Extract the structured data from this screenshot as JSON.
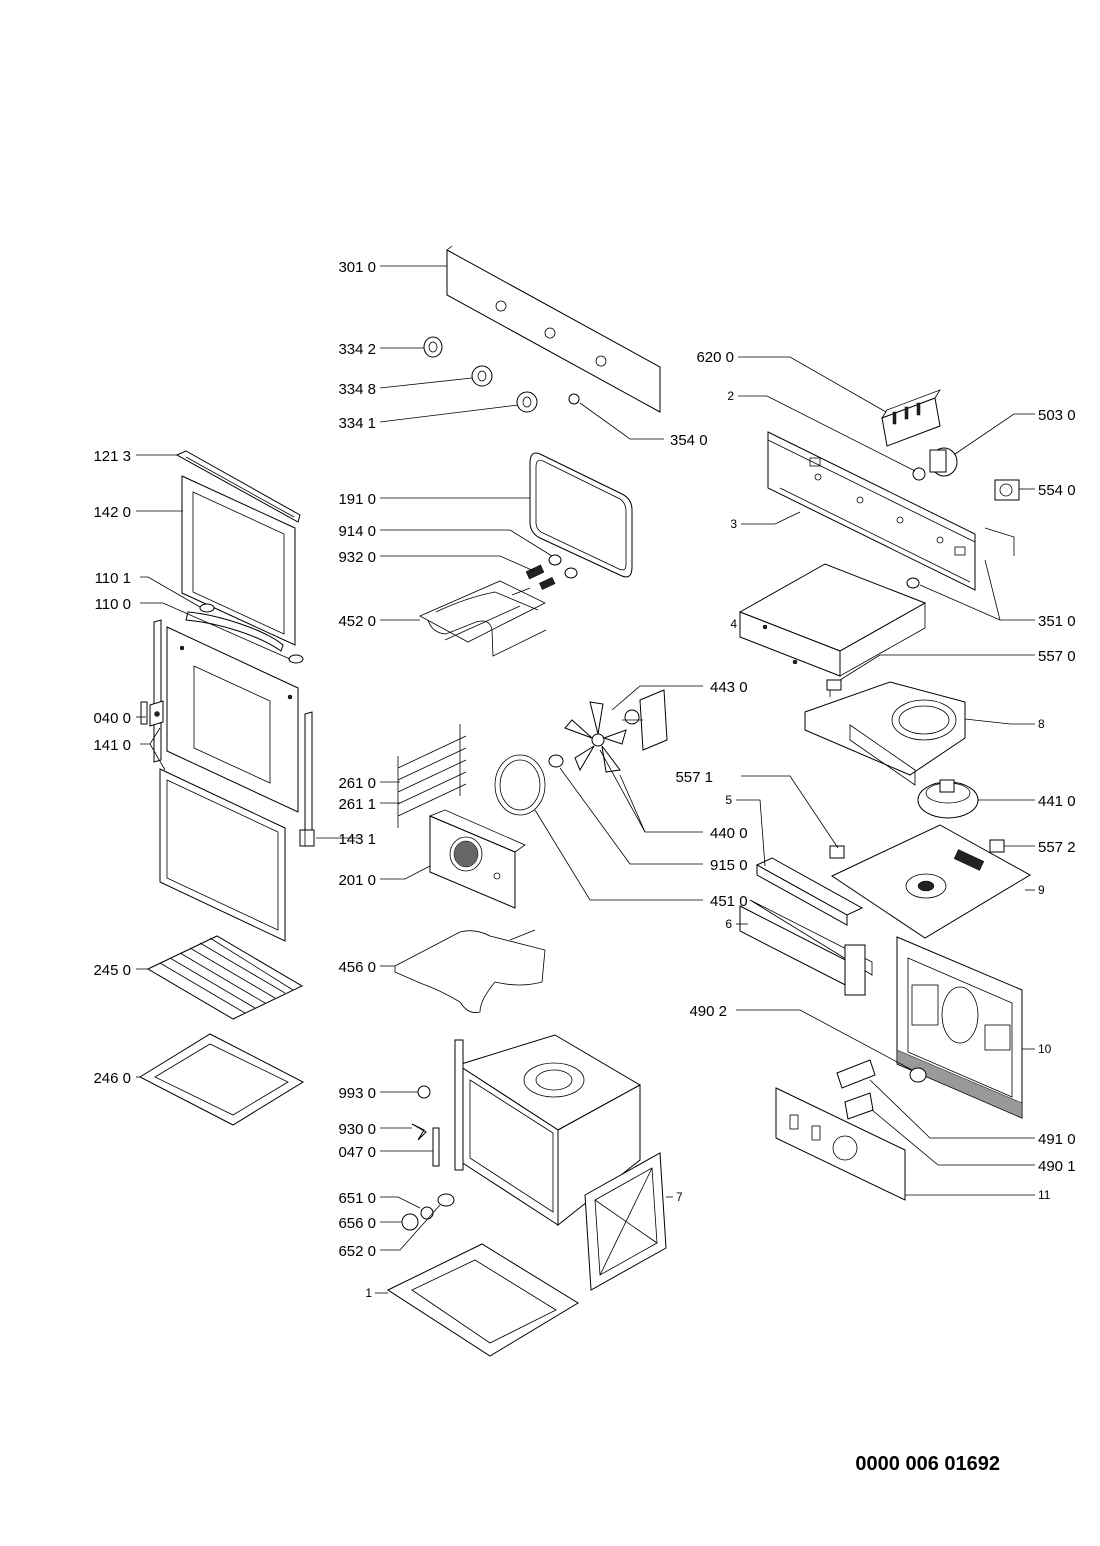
{
  "document_code": "0000 006 01692",
  "labels": {
    "l3010": "301 0",
    "l3342": "334 2",
    "l3348": "334 8",
    "l3341": "334 1",
    "l3540": "354 0",
    "l6200": "620 0",
    "l2": "2",
    "l5030": "503 0",
    "l5540": "554 0",
    "l3": "3",
    "l1213": "121 3",
    "l1420": "142 0",
    "l1910": "191 0",
    "l9140": "914 0",
    "l9320": "932 0",
    "l1101": "110 1",
    "l1100": "110 0",
    "l4520": "452 0",
    "l4": "4",
    "l3510": "351 0",
    "l5570": "557 0",
    "l4430": "443 0",
    "l8": "8",
    "l0400": "040 0",
    "l1410": "141 0",
    "l2610": "261 0",
    "l2611": "261 1",
    "l5571": "557 1",
    "l5": "5",
    "l4410": "441 0",
    "l4400": "440 0",
    "l1431": "143 1",
    "l9150": "915 0",
    "l5572": "557 2",
    "l2010": "201 0",
    "l9": "9",
    "l4510": "451 0",
    "l6": "6",
    "l2450": "245 0",
    "l4560": "456 0",
    "l4902": "490 2",
    "l2460": "246 0",
    "l10": "10",
    "l9930": "993 0",
    "l9300": "930 0",
    "l4910": "491 0",
    "l0470": "047 0",
    "l4901": "490 1",
    "l11": "11",
    "l6510": "651 0",
    "l7": "7",
    "l6560": "656 0",
    "l6520": "652 0",
    "l1": "1"
  }
}
